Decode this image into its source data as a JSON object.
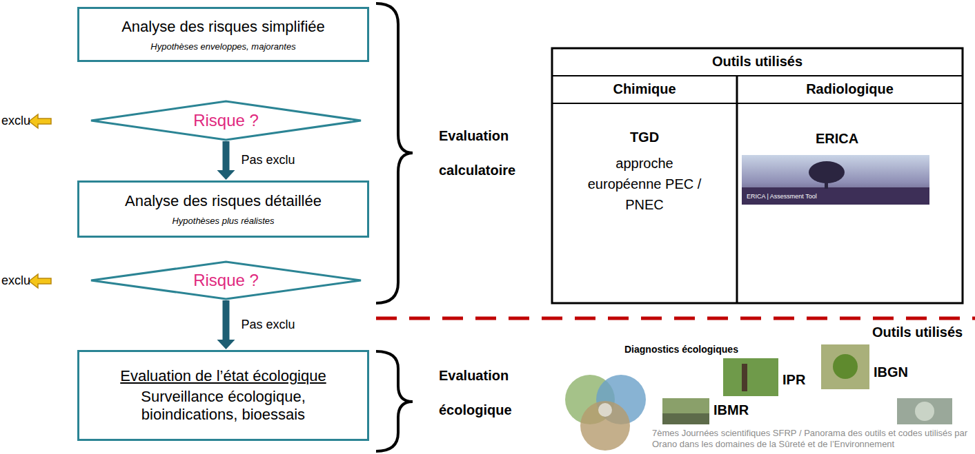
{
  "diagram": {
    "nodes": [
      {
        "text": [
          "Analyse des risques simplifiée",
          "Hypothèses enveloppes, majorantes"
        ]
      },
      {
        "text": [
          "Risque ?"
        ]
      },
      {
        "text": [
          "Analyse des risques détaillée",
          "Hypothèses plus réalistes"
        ]
      },
      {
        "text": [
          "Risque ?"
        ]
      },
      {
        "text": [
          "Evaluation de l’état écologique",
          "Surveillance écologique, bioindications, bioessais"
        ]
      }
    ],
    "edges": [
      {
        "from": 1,
        "to": 2,
        "label": "Pas exclu",
        "arrow": "to"
      },
      {
        "from": 3,
        "to": 4,
        "label": "Pas exclu",
        "arrow": "to"
      }
    ],
    "labels": [
      "exclu",
      "exclu",
      "Evaluation calculatoire",
      "Outils utilisés",
      "Chimique",
      "Radiologique",
      "TGD",
      "approche européenne PEC / PNEC",
      "ERICA",
      "ERICA | Assessment Tool",
      "Evaluation écologique",
      "Diagnostics écologiques",
      "Outils utilisés",
      "IPR",
      "IBGN",
      "IBMR",
      "7èmes Journées scientifiques SFRP / Panorama des outils et codes utilisés par Orano dans les domaines de la Sûreté et de l’Environnement"
    ]
  }
}
